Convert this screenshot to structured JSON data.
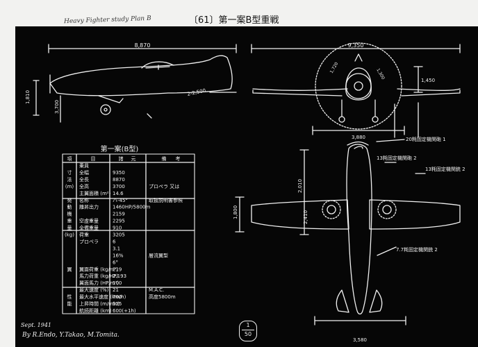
{
  "header": {
    "handwritten_note": "Heavy Fighter study Plan B",
    "title": "〔61〕第一案B型重戦"
  },
  "dimensions": {
    "side_span": "8,870",
    "front_span": "9,350",
    "height": "1,450",
    "side_height": "1,810",
    "prop_dia": "3,700",
    "track": "3,880",
    "side_note": "2-2,500",
    "fus_length": "2,010",
    "chord": "2,410",
    "root_chord": "1,800",
    "tail_span": "3,580",
    "dim_a": "1,720",
    "dim_b": "1,300"
  },
  "callouts": [
    "20粍固定機関砲 1",
    "13粍固定機関砲 2",
    "13粍固定機関銃 2",
    "7.7粍固定機関銃 2"
  ],
  "spec_table": {
    "title": "第一案(B型)",
    "headers": [
      "項",
      "目",
      "諸",
      "元",
      "備",
      "考"
    ],
    "rows": [
      [
        "",
        "乗員",
        "",
        "",
        ""
      ],
      [
        "寸",
        "全幅",
        "9350",
        ""
      ],
      [
        "法",
        "全長",
        "8870",
        ""
      ],
      [
        "(m)",
        "全高",
        "3700",
        "プロペラ 又は"
      ],
      [
        "",
        "主翼面積 (m²)",
        "14.6",
        ""
      ],
      [
        "発",
        "名称",
        "ハ-45°",
        "取扱説明書参照"
      ],
      [
        "動",
        "離昇出力",
        "1460HP/5800m",
        ""
      ],
      [
        "機",
        "",
        "2159",
        ""
      ],
      [
        "重",
        "空虚重量",
        "2295",
        ""
      ],
      [
        "量",
        "全備重量",
        "910",
        ""
      ],
      [
        "(kg)",
        "荷重",
        "3205",
        ""
      ],
      [
        "",
        "プロペラ",
        "6",
        ""
      ],
      [
        "",
        "",
        "3.1",
        ""
      ],
      [
        "",
        "",
        "16%",
        "層流翼型"
      ],
      [
        "",
        "",
        "6°",
        ""
      ],
      [
        "翼",
        "翼面荷重 (kg/m²)",
        "219",
        ""
      ],
      [
        "",
        "馬力荷重 (kg/HP)",
        "2.193",
        ""
      ],
      [
        "",
        "翼面馬力 (HP/m²)",
        "100",
        ""
      ],
      [
        "",
        "最大速度 (%)",
        "21",
        "M.A.C."
      ],
      [
        "性",
        "最大水平速度 (km/h)",
        "700",
        "高度5800m"
      ],
      [
        "能",
        "上昇時間 (m/min)",
        "525",
        ""
      ],
      [
        "",
        "航続距離 (km)",
        "600(+1h)",
        ""
      ]
    ]
  },
  "signature": {
    "date": "Sept. 1941",
    "authors": "By R.Endo, Y.Takao, M.Tomita."
  },
  "scale": {
    "numerator": "1",
    "denominator": "50"
  }
}
